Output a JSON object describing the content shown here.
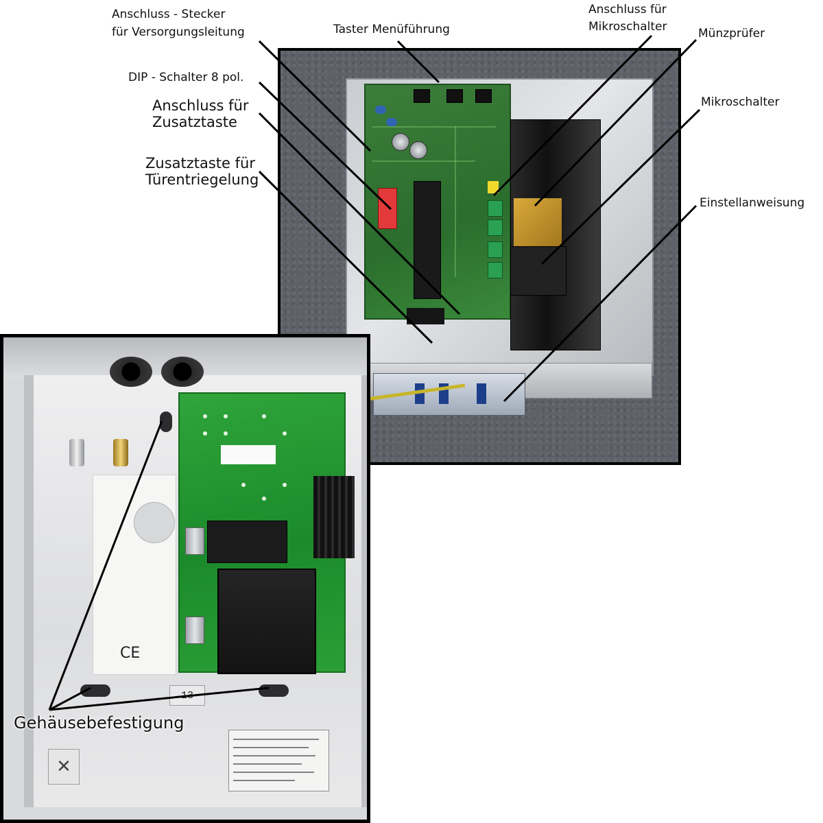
{
  "labels": {
    "connector_supply": [
      "Anschluss - Stecker",
      "für Versorgungsleitung"
    ],
    "dip_switch": "DIP -  Schalter 8 pol.",
    "aux_button_connector": [
      "Anschluss für",
      "Zusatztaste"
    ],
    "aux_button_door": [
      "Zusatztaste für",
      "Türentriegelung"
    ],
    "menu_button": "Taster Menüführung",
    "microswitch_connector": [
      "Anschluss für",
      "Mikroschalter"
    ],
    "coin_validator": "Münzprüfer",
    "microswitch": "Mikroschalter",
    "adjustment_instructions": "Einstellanweisung",
    "housing_mount": "Gehäusebefestigung"
  },
  "photo_text": {
    "ce": "CE",
    "box_number": "13",
    "disposal_icon": "crossed-bin-icon"
  },
  "colors": {
    "label_text": "#111111",
    "leader_line": "#000000",
    "photo_border": "#000000"
  }
}
